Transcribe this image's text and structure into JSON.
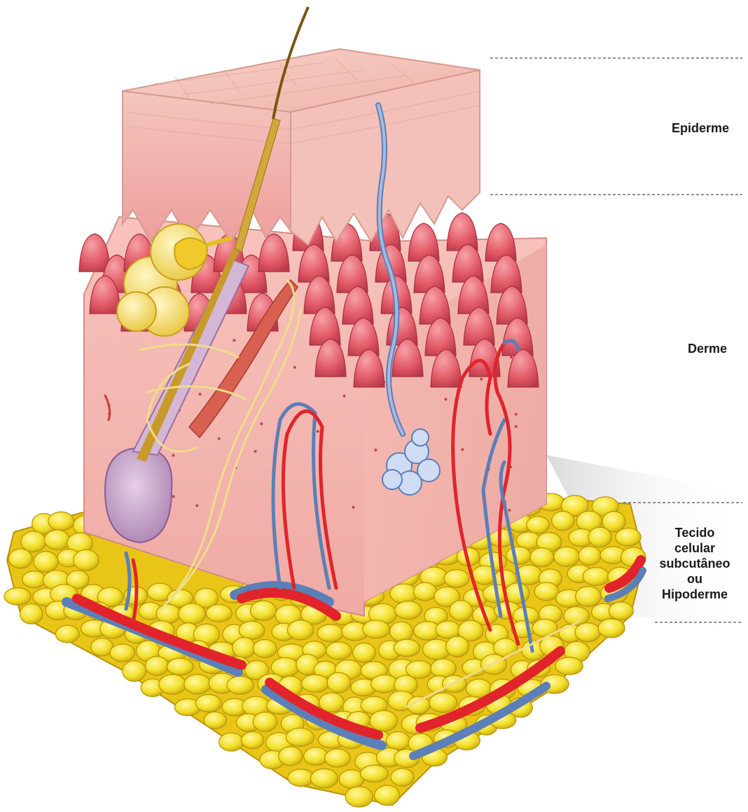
{
  "labels": {
    "epiderme": "Epiderme",
    "derme": "Derme",
    "hipoderme_lines": [
      "Tecido",
      "celular",
      "subcutâneo",
      "ou",
      "Hipoderme"
    ]
  },
  "colors": {
    "epidermis": "#f2b9b3",
    "dermis": "#f3b7b0",
    "papillae": "#e86872",
    "fat": "#f3e22c",
    "artery": "#e1242b",
    "vein": "#5b7fb8",
    "nerve": "#f2e39b",
    "hair": "#c89a2a",
    "follicle": "#c8a3c8",
    "sweat_gland": "#c8d8f2",
    "divider": "#6b6b6b"
  }
}
